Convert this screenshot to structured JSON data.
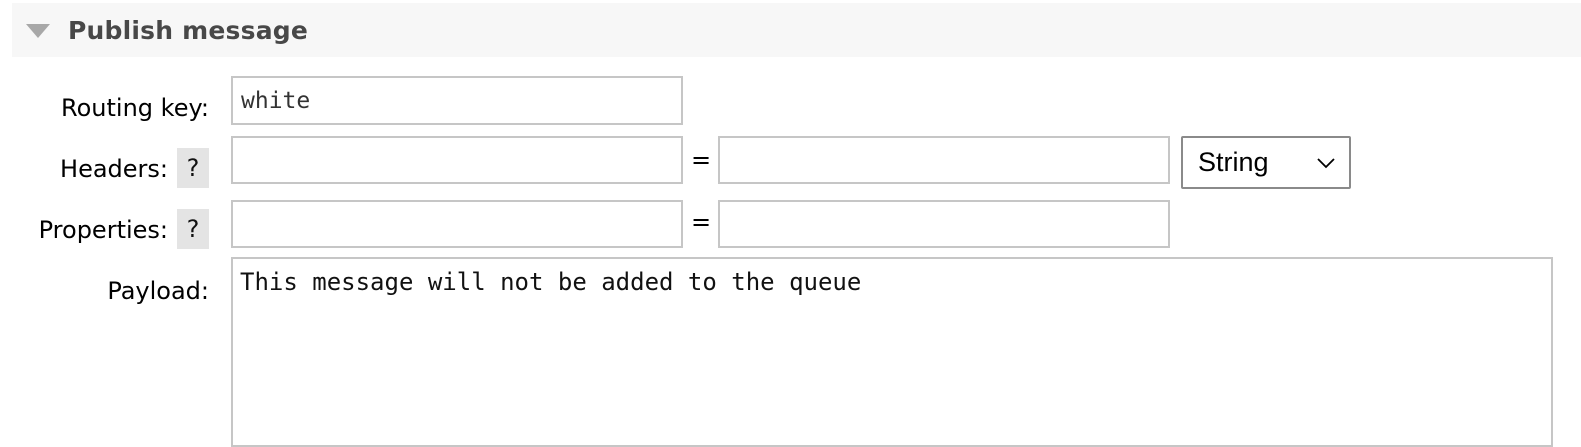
{
  "section": {
    "title": "Publish message",
    "toggle_icon": "triangle-down-icon"
  },
  "form": {
    "routing_key": {
      "label": "Routing key:",
      "value": "white"
    },
    "headers": {
      "label": "Headers:",
      "help": "?",
      "key_value": "",
      "equals": "=",
      "value_value": "",
      "type": {
        "selected": "String",
        "icon": "chevron-down-icon"
      }
    },
    "properties": {
      "label": "Properties:",
      "help": "?",
      "key_value": "",
      "equals": "=",
      "value_value": ""
    },
    "payload": {
      "label": "Payload:",
      "value": "This message will not be added to the queue"
    }
  }
}
